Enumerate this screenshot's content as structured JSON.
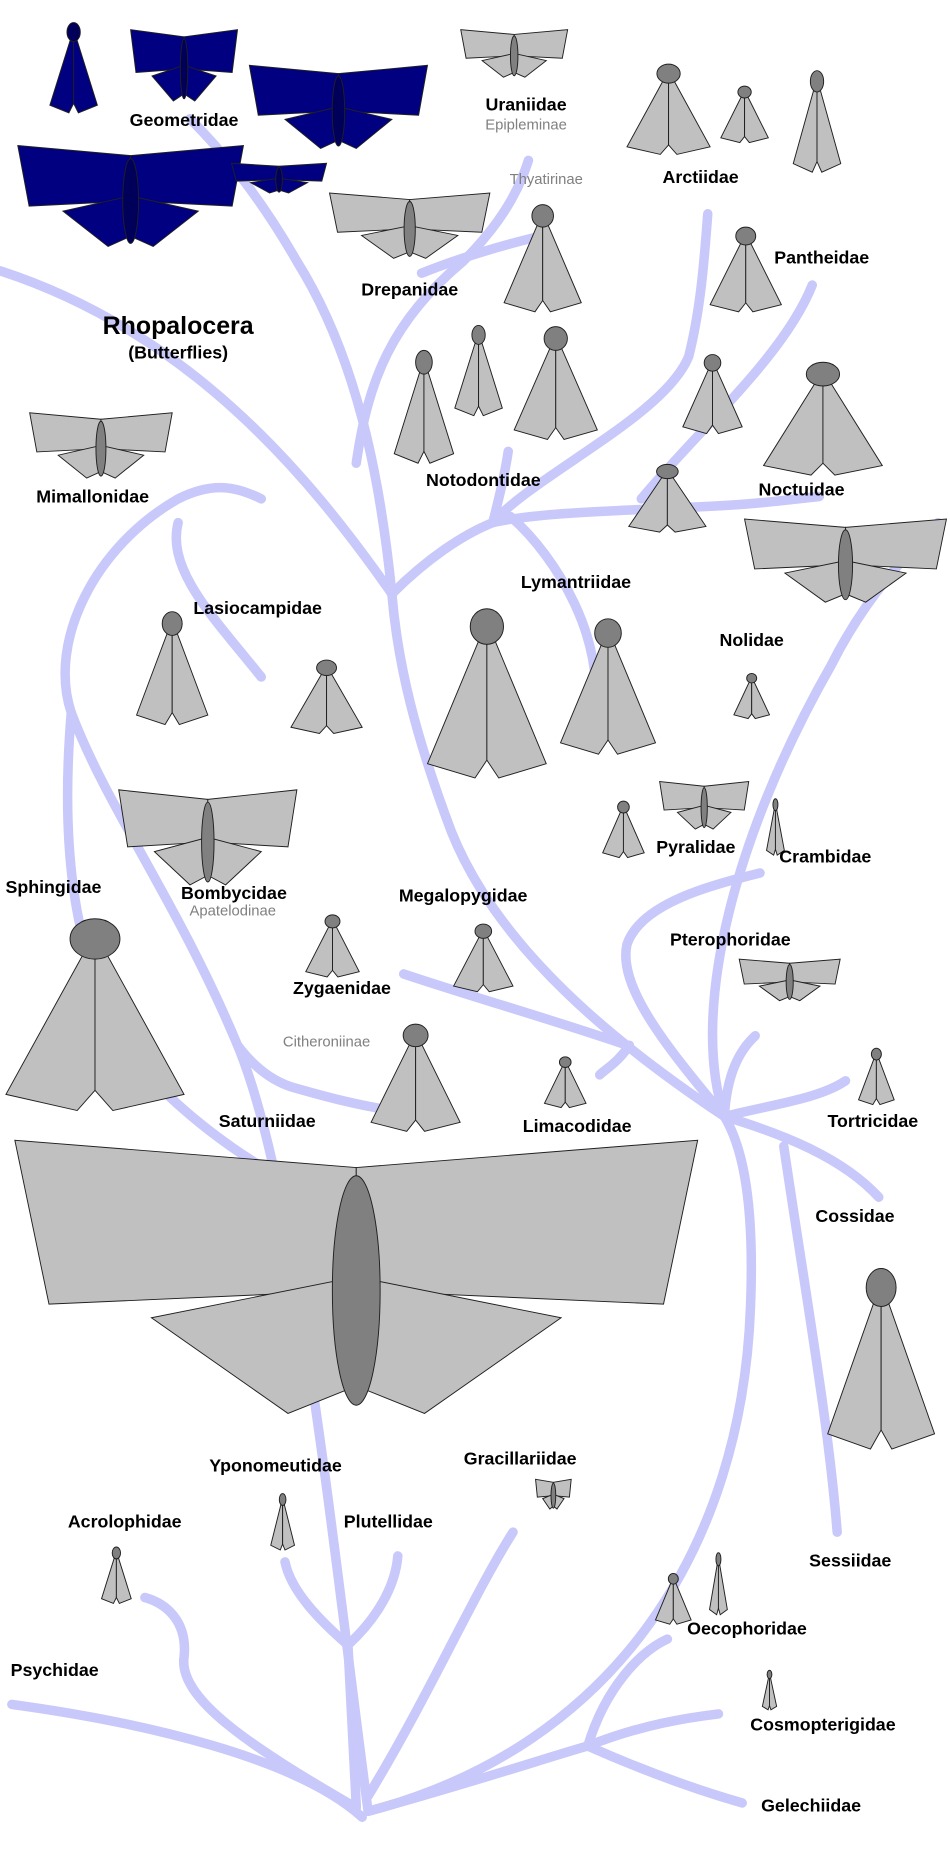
{
  "title": "Lepidoptera family tree",
  "colors": {
    "branch": "#c8c8fa",
    "geometrid": "#000080",
    "wing": "#c0c0c0",
    "body": "#808080",
    "outline": "#202020"
  },
  "groups": {
    "rhopalocera": "Rhopalocera",
    "butterflies": "(Butterflies)"
  },
  "families": {
    "geometridae": "Geometridae",
    "uraniidae": "Uraniidae",
    "arctiidae": "Arctiidae",
    "pantheidae": "Pantheidae",
    "drepanidae": "Drepanidae",
    "mimallonidae": "Mimallonidae",
    "notodontidae": "Notodontidae",
    "noctuidae": "Noctuidae",
    "lymantriidae": "Lymantriidae",
    "lasiocampidae": "Lasiocampidae",
    "nolidae": "Nolidae",
    "pyralidae": "Pyralidae",
    "crambidae": "Crambidae",
    "sphingidae": "Sphingidae",
    "bombycidae": "Bombycidae",
    "megalopygidae": "Megalopygidae",
    "pterophoridae": "Pterophoridae",
    "zygaenidae": "Zygaenidae",
    "saturniidae": "Saturniidae",
    "limacodidae": "Limacodidae",
    "tortricidae": "Tortricidae",
    "cossidae": "Cossidae",
    "yponomeutidae": "Yponomeutidae",
    "gracillariidae": "Gracillariidae",
    "acrolophidae": "Acrolophidae",
    "plutellidae": "Plutellidae",
    "sessiidae": "Sessiidae",
    "oecophoridae": "Oecophoridae",
    "psychidae": "Psychidae",
    "cosmopterigidae": "Cosmopterigidae",
    "gelechiidae": "Gelechiidae"
  },
  "subfamilies": {
    "epipleminae": "Epipleminae",
    "thyatirinae": "Thyatirinae",
    "apatelodinae": "Apatelodinae",
    "citheroniinae": "Citheroniinae"
  }
}
